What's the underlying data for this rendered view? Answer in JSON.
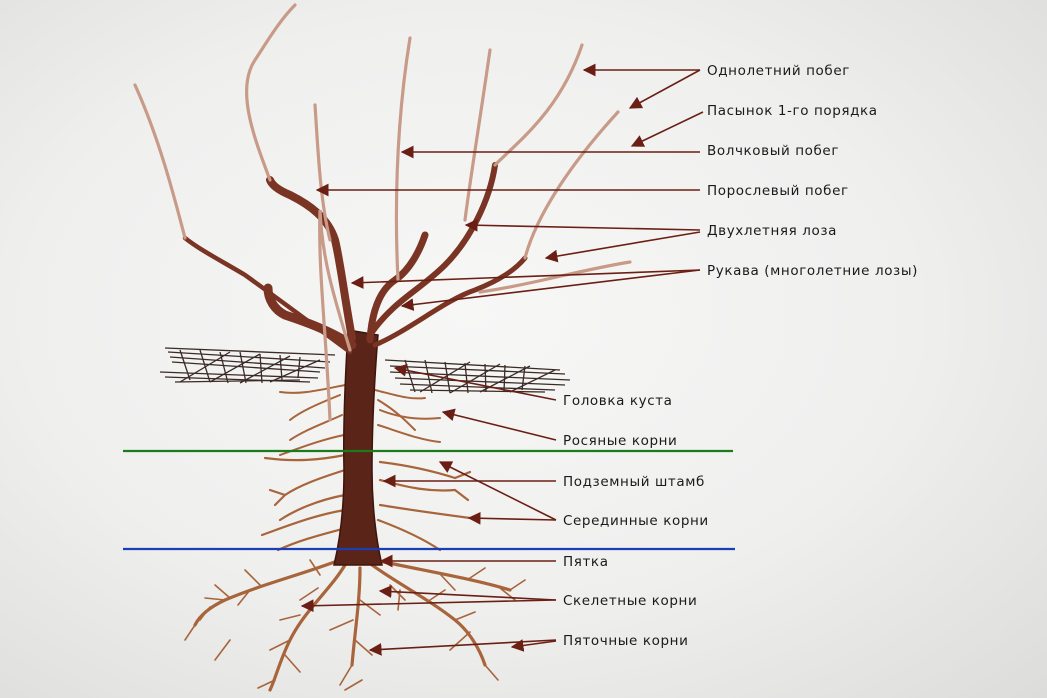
{
  "labels": {
    "annual_shoot": "Однолетний побег",
    "lateral_first_order": "Пасынок 1-го порядка",
    "water_shoot": "Волчковый побег",
    "sucker_shoot": "Порослевый побег",
    "two_year_cane": "Двухлетняя лоза",
    "arms": "Рукава (многолетние лозы)",
    "bush_head": "Головка куста",
    "dew_roots": "Росяные корни",
    "underground_trunk": "Подземный штамб",
    "middle_roots": "Серединные корни",
    "heel": "Пятка",
    "skeletal_roots": "Скелетные корни",
    "heel_roots": "Пяточные корни"
  },
  "colors": {
    "trunk": "#5a2418",
    "branch": "#7a3423",
    "shoot": "#c89a88",
    "root": "#a8643a",
    "arrow": "#6b1f14",
    "ground_line_upper": "#1b7a1b",
    "ground_line_lower": "#1a3fb5",
    "straw": "#3b2a25"
  }
}
